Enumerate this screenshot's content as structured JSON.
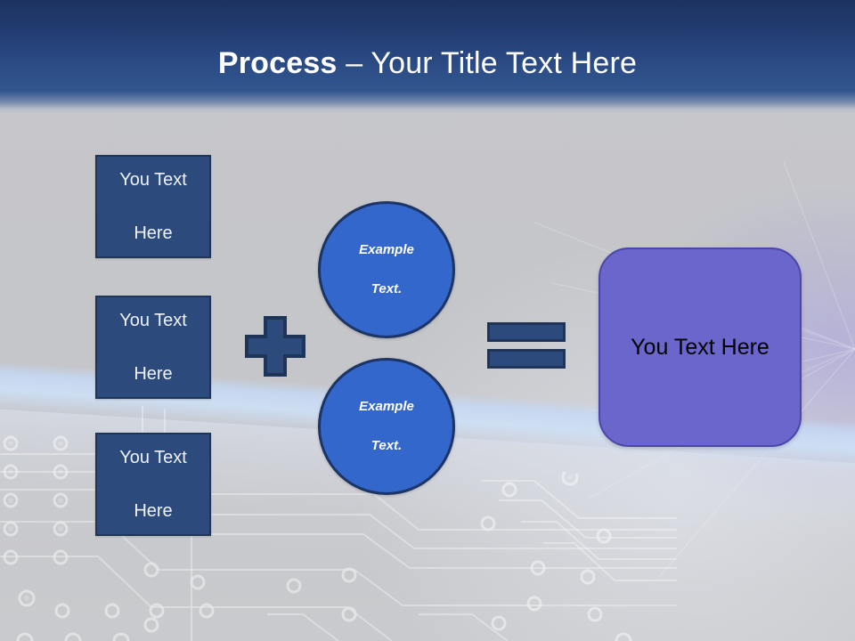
{
  "slide": {
    "title_bold": "Process",
    "title_rest": " – Your Title Text Here",
    "background_color": "#c6c7cb",
    "header_gradient_top": "#1d3361",
    "header_gradient_bottom": "#33568f"
  },
  "inputs": {
    "box1": {
      "line1": "You Text",
      "line2": "Here"
    },
    "box2": {
      "line1": "You Text",
      "line2": "Here"
    },
    "box3": {
      "line1": "You Text",
      "line2": "Here"
    },
    "fill_color": "#2c4b7c",
    "border_color": "#1e3557"
  },
  "operators": {
    "plus_label": "+",
    "equals_label": "=",
    "color": "#2c4b7c",
    "border_color": "#1e3557"
  },
  "circles": {
    "circle1": {
      "line1": "Example",
      "line2": "Text."
    },
    "circle2": {
      "line1": "Example",
      "line2": "Text."
    },
    "fill_color": "#3367cb",
    "border_color": "#1c3566"
  },
  "result": {
    "label": "You Text Here",
    "fill_color": "#6b66cc",
    "border_color": "#4b46a8",
    "text_color": "#000000"
  },
  "decor": {
    "band_color": "#c4d8f4",
    "circuit_watermark": "circuit-board-pattern",
    "glow_color": "#968ce6"
  }
}
